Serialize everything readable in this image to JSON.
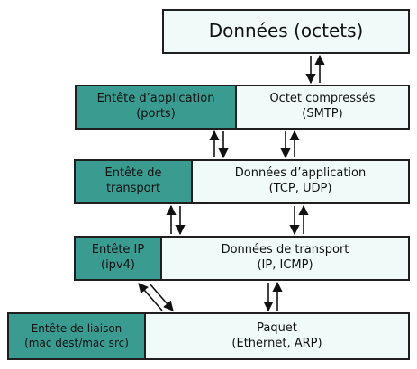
{
  "top": {
    "text": "Données (octets)"
  },
  "layers": [
    {
      "header": [
        "Entête d’application",
        "(ports)"
      ],
      "data": [
        "Octet compressés",
        "(SMTP)"
      ]
    },
    {
      "header": [
        "Entête de",
        "transport"
      ],
      "data": [
        "Données d’application",
        "(TCP, UDP)"
      ]
    },
    {
      "header": [
        "Entête IP",
        "(ipv4)"
      ],
      "data": [
        "Données de transport",
        "(IP, ICMP)"
      ]
    },
    {
      "header": [
        "Entête de liaison",
        "(mac dest/mac src)"
      ],
      "data": [
        "Paquet",
        "(Ethernet, ARP)"
      ]
    }
  ],
  "colors": {
    "header_fill": "#3a9b91",
    "data_fill": "#effaf9",
    "border": "#1f1f1f"
  }
}
